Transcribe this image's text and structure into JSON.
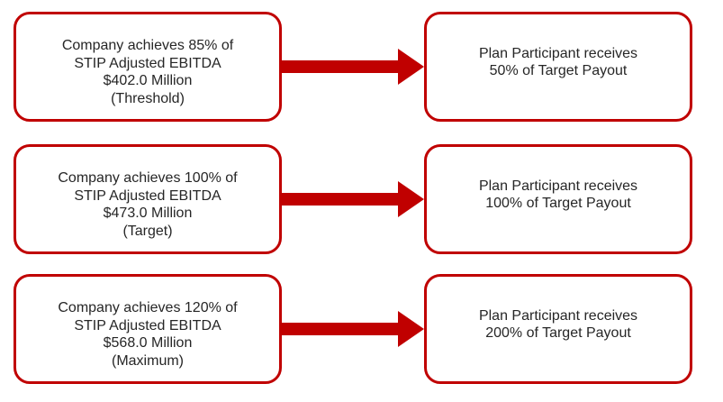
{
  "colors": {
    "accent": "#C00000",
    "text": "#262626",
    "background": "#FFFFFF"
  },
  "diagram": {
    "description": "STIP Adjusted EBITDA achievement levels mapped to plan participant payout levels",
    "rows": [
      {
        "condition_lines": [
          "Company achieves 85% of",
          "STIP Adjusted EBITDA",
          "$402.0 Million",
          "(Threshold)"
        ],
        "result_lines": [
          "Plan Participant receives",
          "50% of Target Payout"
        ]
      },
      {
        "condition_lines": [
          "Company achieves 100% of",
          "STIP Adjusted EBITDA",
          "$473.0 Million",
          "(Target)"
        ],
        "result_lines": [
          "Plan Participant receives",
          "100% of Target Payout"
        ]
      },
      {
        "condition_lines": [
          "Company achieves 120% of",
          "STIP Adjusted EBITDA",
          "$568.0 Million",
          "(Maximum)"
        ],
        "result_lines": [
          "Plan Participant receives",
          "200% of Target Payout"
        ]
      }
    ]
  }
}
